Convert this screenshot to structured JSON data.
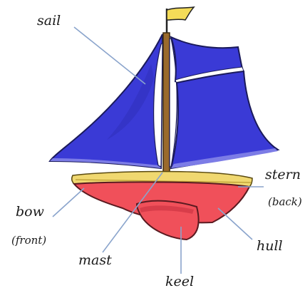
{
  "labels": {
    "sail": "sail",
    "stern": "stern",
    "stern_note": "(back)",
    "bow": "bow",
    "bow_note": "(front)",
    "mast": "mast",
    "hull": "hull",
    "keel": "keel"
  },
  "colors": {
    "sail": "#3a3ad6",
    "sail_dark": "#22229a",
    "sail_light": "#7c7ce6",
    "mast": "#9a6a2c",
    "hull": "#f0505a",
    "hull_dark": "#c83040",
    "deck": "#f0d870",
    "flag": "#f4dc58",
    "leader_line": "#8aa4cc"
  }
}
